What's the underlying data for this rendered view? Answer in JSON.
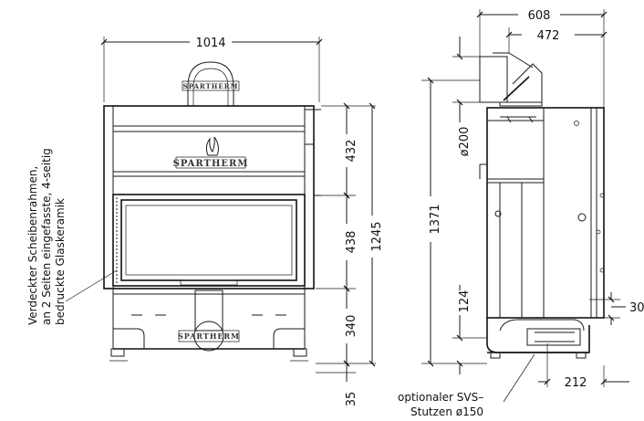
{
  "front_view": {
    "brand_top": "SPARTHERM",
    "brand_bottom": "SPARTHERM",
    "width_label": "1014",
    "dims_right_inner": [
      "432",
      "438",
      "340",
      "35"
    ],
    "dim_right_total": "1245",
    "note_lines": [
      "Verdeckter Scheibenrahmen,",
      "an 2 Seiten eingefasste, 4-seitig",
      "bedruckte Glaskeramik"
    ]
  },
  "side_view": {
    "depth_total": "608",
    "depth_flue": "472",
    "flue_diameter": "ø200",
    "height_total": "1371",
    "height_low": "124",
    "offset_right": "30",
    "bottom_offset": "212",
    "note_lines": [
      "optionaler SVS–",
      "Stutzen  ø150"
    ]
  }
}
